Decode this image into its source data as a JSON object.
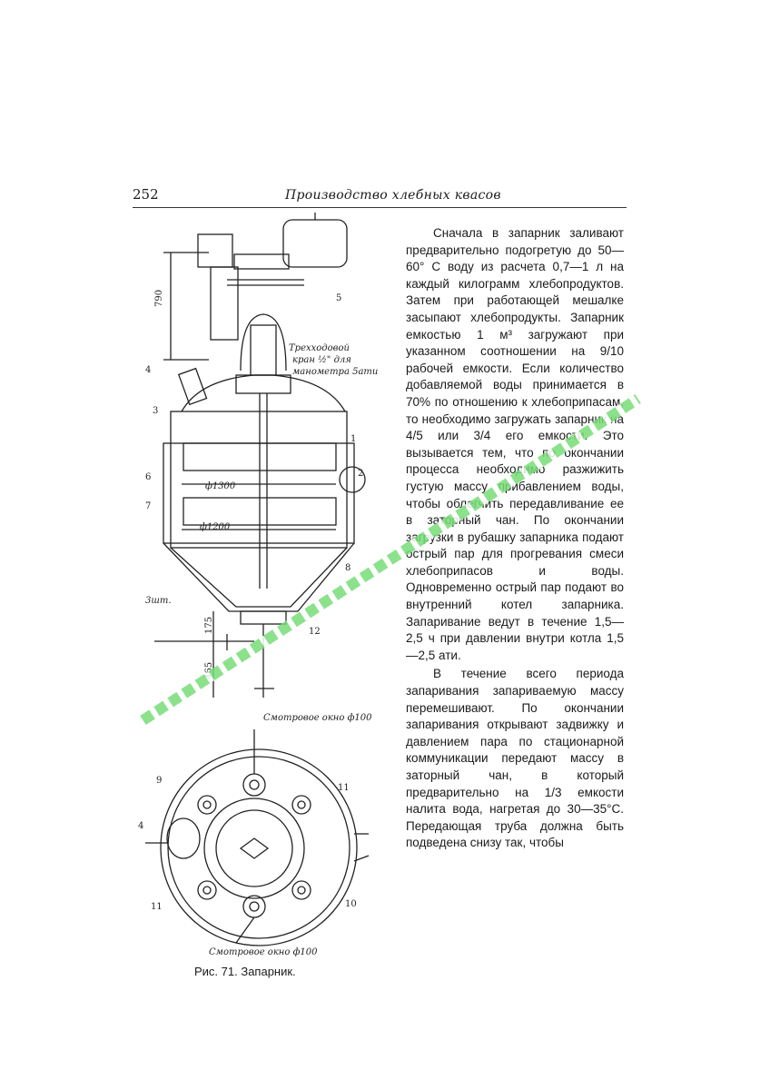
{
  "page": {
    "number": "252",
    "running_head": "Производство хлебных квасов"
  },
  "figure": {
    "caption": "Рис. 71. Запарник.",
    "labels": {
      "dim_790": "790",
      "valve_note_1": "Трехходовой",
      "valve_note_2": "кран ½\" для",
      "valve_note_3": "манометра 5ати",
      "d1300": "ф1300",
      "d1200": "ф1200",
      "shtuk": "3шт.",
      "dim_175": "175",
      "dim_465": "465",
      "window_top": "Смотровое окно ф100",
      "window_bottom": "Смотровое окно ф100",
      "n1": "1",
      "n2": "2",
      "n3": "3",
      "n4": "4",
      "n5": "5",
      "n6": "6",
      "n7": "7",
      "n8": "8",
      "n9": "9",
      "n10": "10",
      "n11a": "11",
      "n11b": "11",
      "n12": "12",
      "n4b": "4"
    }
  },
  "text": {
    "p1": "Сначала в запарник заливают предварительно подогретую до 50—60° С воду из расчета 0,7—1 л на каждый килограмм хлебопродуктов. Затем при работающей мешалке засыпают хлебопродукты. Запарник емкостью 1 м³ загружают при указанном соотношении на 9/10 рабочей емкости. Если количество добавляемой воды принимается в 70% по отношению к хлебоприпасам, то необходимо загружать запарник на 4/5 или 3/4 его емкости. Это вызывается тем, что по окончании процесса необходимо разжижить густую массу прибавлением воды, чтобы облегчить передавливание ее в заторный чан. По окончании загрузки в рубашку запарника подают острый пар для прогревания смеси хлебоприпасов и воды. Одновременно острый пар подают во внутренний котел запарника. Запаривание ведут в течение 1,5—2,5 ч при давлении внутри котла 1,5—2,5 ати.",
    "p2": "В течение всего периода запаривания запариваемую массу перемешивают. По окончании запаривания открывают задвижку и давлением пара по стационарной коммуникации передают массу в заторный чан, в который предварительно на 1/3 емкости налита вода, нагретая до 30—35°С. Передающая труба должна быть подведена снизу так, чтобы"
  },
  "colors": {
    "watermark": "#77dd77"
  }
}
